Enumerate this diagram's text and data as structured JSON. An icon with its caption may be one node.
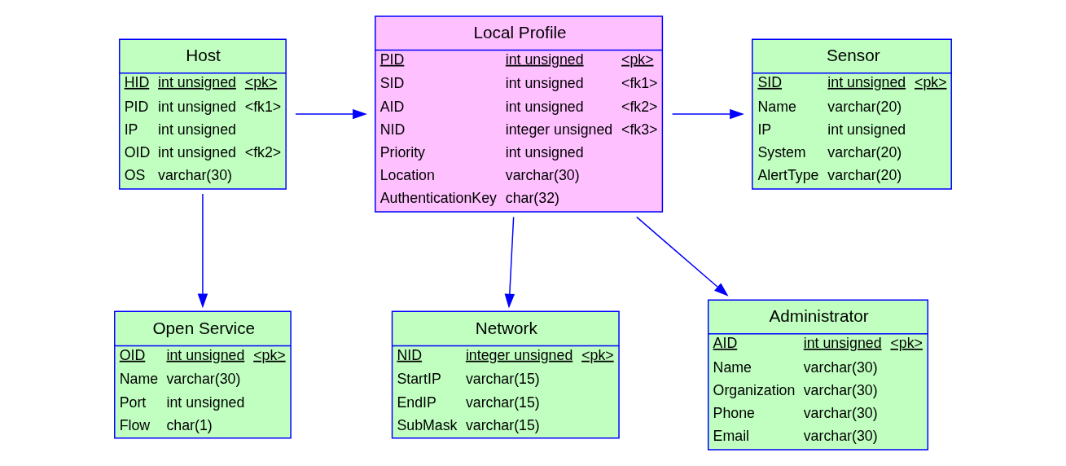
{
  "diagram": {
    "nodes": [
      {
        "text": [
          "Local Profile",
          "PID",
          "int unsigned",
          "<pk>",
          "SID",
          "int unsigned",
          "<fk1>",
          "AID",
          "int unsigned",
          "<fk2>",
          "NID",
          "integer unsigned",
          "<fk3>",
          "Priority",
          "int unsigned",
          "Location",
          "varchar(30)",
          "AuthenticationKey",
          "char(32)"
        ]
      },
      {
        "text": [
          "Sensor",
          "SID",
          "int unsigned",
          "<pk>",
          "Name",
          "varchar(20)",
          "IP",
          "int unsigned",
          "System",
          "varchar(20)",
          "AlertType",
          "varchar(20)"
        ]
      },
      {
        "text": [
          "Host",
          "HID",
          "int unsigned",
          "<pk>",
          "PID",
          "int unsigned",
          "<fk1>",
          "IP",
          "int unsigned",
          "OID",
          "int unsigned",
          "<fk2>",
          "OS",
          "varchar(30)"
        ]
      },
      {
        "text": [
          "Administrator",
          "AID",
          "int unsigned",
          "<pk>",
          "Name",
          "varchar(30)",
          "Organization",
          "varchar(30)",
          "Phone",
          "varchar(30)",
          "Email",
          "varchar(30)"
        ]
      },
      {
        "text": [
          "Network",
          "NID",
          "integer unsigned",
          "<pk>",
          "StartIP",
          "varchar(15)",
          "EndIP",
          "varchar(15)",
          "SubMask",
          "varchar(15)"
        ]
      },
      {
        "text": [
          "Open Service",
          "OID",
          "int unsigned",
          "<pk>",
          "Name",
          "varchar(30)",
          "Port",
          "int unsigned",
          "Flow",
          "char(1)"
        ]
      }
    ],
    "edges": [
      {
        "from": 0,
        "to": 1,
        "arrow": "to"
      },
      {
        "from": 2,
        "to": 0,
        "arrow": "to"
      },
      {
        "from": 2,
        "to": 5,
        "arrow": "to"
      },
      {
        "from": 0,
        "to": 3,
        "arrow": "to"
      },
      {
        "from": 0,
        "to": 4,
        "arrow": "to"
      }
    ]
  }
}
